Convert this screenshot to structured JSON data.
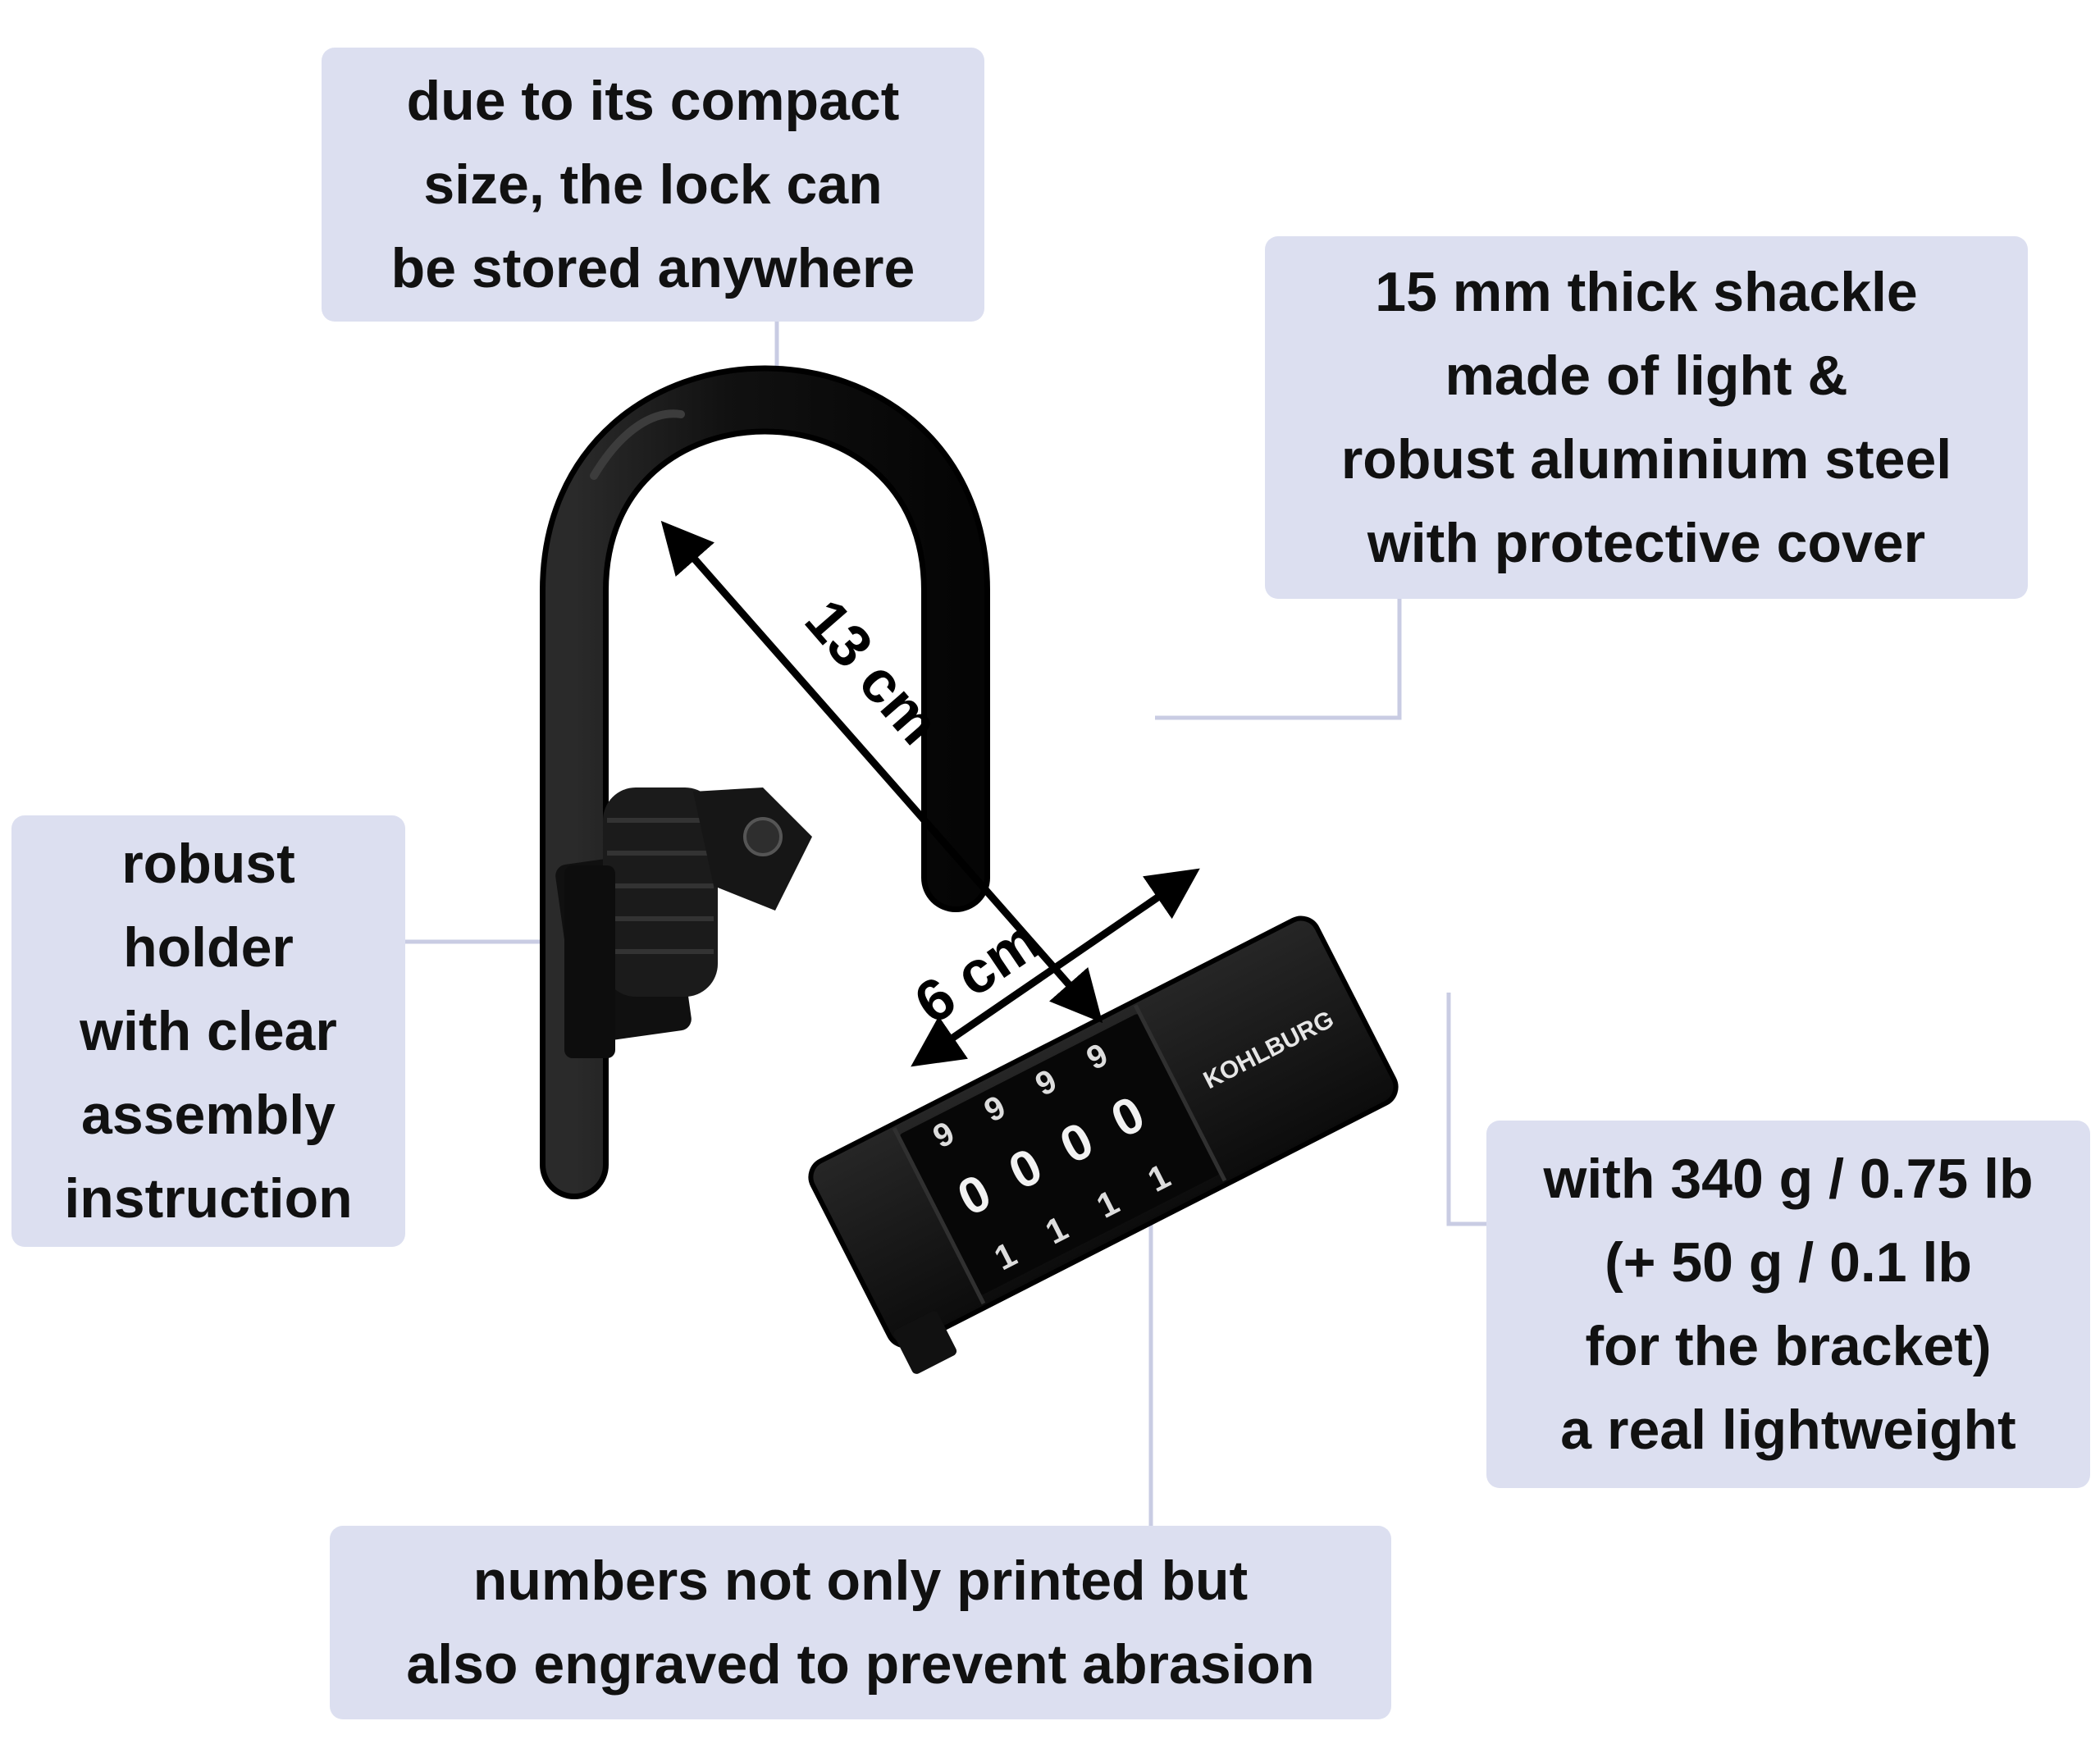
{
  "callouts": {
    "compact": {
      "lines": [
        "due to its compact",
        "size, the lock can",
        "be stored anywhere"
      ]
    },
    "shackle": {
      "lines": [
        "15 mm thick shackle",
        "made of light &",
        "robust aluminium steel",
        "with protective cover"
      ]
    },
    "holder": {
      "lines": [
        "robust",
        "holder",
        "with clear",
        "assembly",
        "instruction"
      ]
    },
    "weight": {
      "lines": [
        "with 340 g / 0.75 lb",
        "(+ 50 g / 0.1 lb",
        "for the bracket)",
        "a real lightweight"
      ]
    },
    "numbers": {
      "lines": [
        "numbers not only printed but",
        "also engraved to prevent abrasion"
      ]
    }
  },
  "dimensions": {
    "height_label": "13 cm",
    "width_label": "6 cm"
  },
  "lock": {
    "brand": "KOHLBURG",
    "dial_rows": [
      [
        "9",
        "9",
        "9",
        "9"
      ],
      [
        "0",
        "0",
        "0",
        "0"
      ],
      [
        "1",
        "1",
        "1",
        "1"
      ]
    ]
  },
  "colors": {
    "callout_bg": "#dcdff0",
    "callout_text": "#111111",
    "leader_line": "#c9cce3",
    "lock_body": "#141414",
    "arrow": "#000000"
  }
}
